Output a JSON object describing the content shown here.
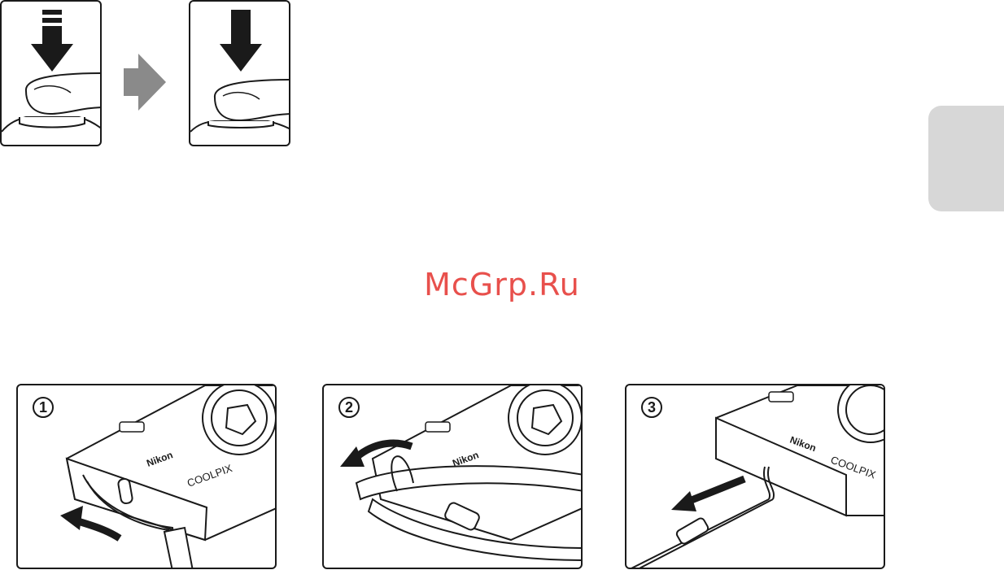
{
  "watermark": {
    "text": "McGrp.Ru",
    "color": "#e8504c"
  },
  "side_tab": {
    "color": "#d7d7d7"
  },
  "shutter_panels": [
    {
      "name": "half-press",
      "icon": "finger-press-half-icon"
    },
    {
      "name": "full-press",
      "icon": "finger-press-full-icon"
    }
  ],
  "transition_arrow": {
    "icon": "right-arrow-icon",
    "color": "#8a8a8a"
  },
  "strap_steps": [
    {
      "number": "1",
      "icon": "camera-strap-thread-icon"
    },
    {
      "number": "2",
      "icon": "camera-strap-loop-icon"
    },
    {
      "number": "3",
      "icon": "camera-strap-tighten-icon"
    }
  ],
  "camera_text": {
    "brand": "Nikon",
    "model": "COOLPIX"
  }
}
